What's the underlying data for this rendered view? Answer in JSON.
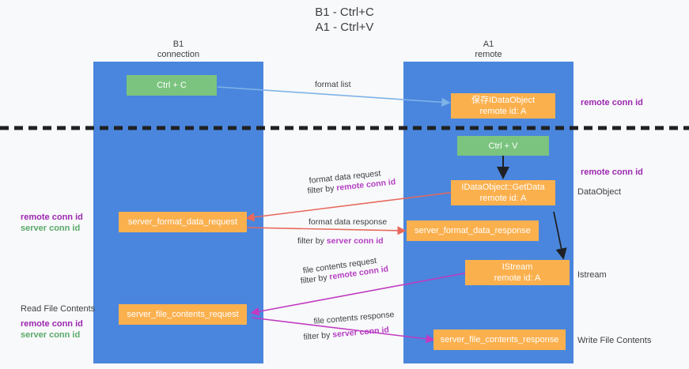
{
  "diagram": {
    "title": "B1 - Ctrl+C\nA1 - Ctrl+V",
    "columns": [
      {
        "name": "b1",
        "label": "B1\nconnection"
      },
      {
        "name": "a1",
        "label": "A1\nremote"
      }
    ],
    "nodes": [
      {
        "name": "ctrl-c",
        "label": "Ctrl + C",
        "color": "#7bc47f"
      },
      {
        "name": "save-idataobject",
        "label": "保存IDataObject\nremote id: A",
        "color": "#fbb04e"
      },
      {
        "name": "ctrl-v",
        "label": "Ctrl + V",
        "color": "#7bc47f"
      },
      {
        "name": "idataobject-getdata",
        "label": "IDataObject::GetData\nremote id: A",
        "color": "#fbb04e"
      },
      {
        "name": "server-format-data-request",
        "label": "server_format_data_request",
        "color": "#fbb04e"
      },
      {
        "name": "server-format-data-response",
        "label": "server_format_data_response",
        "color": "#fbb04e"
      },
      {
        "name": "istream",
        "label": "IStream\nremote id: A",
        "color": "#fbb04e"
      },
      {
        "name": "server-file-contents-request",
        "label": "server_file_contents_request",
        "color": "#fbb04e"
      },
      {
        "name": "server-file-contents-response",
        "label": "server_file_contents_response",
        "color": "#fbb04e"
      }
    ],
    "edge_labels": [
      {
        "name": "format-list",
        "text": "format list"
      },
      {
        "name": "format-data-request",
        "text": "format data request"
      },
      {
        "name": "format-data-request-filter-prefix",
        "text": "filter by "
      },
      {
        "name": "format-data-request-filter-key",
        "text": "remote conn id"
      },
      {
        "name": "format-data-response",
        "text": "format data response"
      },
      {
        "name": "format-data-response-filter-prefix",
        "text": "filter by "
      },
      {
        "name": "format-data-response-filter-key",
        "text": "server conn id"
      },
      {
        "name": "file-contents-request",
        "text": "file contents request"
      },
      {
        "name": "file-contents-request-filter-prefix",
        "text": "filter by "
      },
      {
        "name": "file-contents-request-filter-key",
        "text": "remote conn id"
      },
      {
        "name": "file-contents-response",
        "text": "file contents response"
      },
      {
        "name": "file-contents-response-filter-prefix",
        "text": "filter by "
      },
      {
        "name": "file-contents-response-filter-key",
        "text": "server conn id"
      }
    ],
    "right_annotations": [
      {
        "name": "remote-conn-id-top",
        "text": "remote conn id",
        "color": "#9c27b0"
      },
      {
        "name": "remote-conn-id-middle",
        "text": "remote conn id",
        "color": "#9c27b0"
      },
      {
        "name": "dataobject",
        "text": "DataObject",
        "color": "#3c4043"
      },
      {
        "name": "istream-label",
        "text": "Istream",
        "color": "#3c4043"
      },
      {
        "name": "write-file-contents",
        "text": "Write File Contents",
        "color": "#3c4043"
      }
    ],
    "left_annotations": [
      {
        "name": "remote-conn-id-left",
        "text": "remote conn id",
        "color": "#9c27b0"
      },
      {
        "name": "server-conn-id-left",
        "text": "server conn id",
        "color": "#5aa96a"
      },
      {
        "name": "read-file-contents",
        "text": "Read File Contents",
        "color": "#3c4043"
      },
      {
        "name": "remote-conn-id-left2",
        "text": "remote conn id",
        "color": "#9c27b0"
      },
      {
        "name": "server-conn-id-left2",
        "text": "server conn id",
        "color": "#5aa96a"
      }
    ],
    "colors": {
      "lane": "#4a86dd",
      "node_orange": "#fbb04e",
      "node_green": "#7bc47f",
      "background": "#f8f9fa",
      "arrow_blue": "#7eb3e8",
      "arrow_red": "#e8685c",
      "arrow_magenta": "#c13ac1",
      "arrow_black": "#202124",
      "divider": "#202124"
    }
  }
}
